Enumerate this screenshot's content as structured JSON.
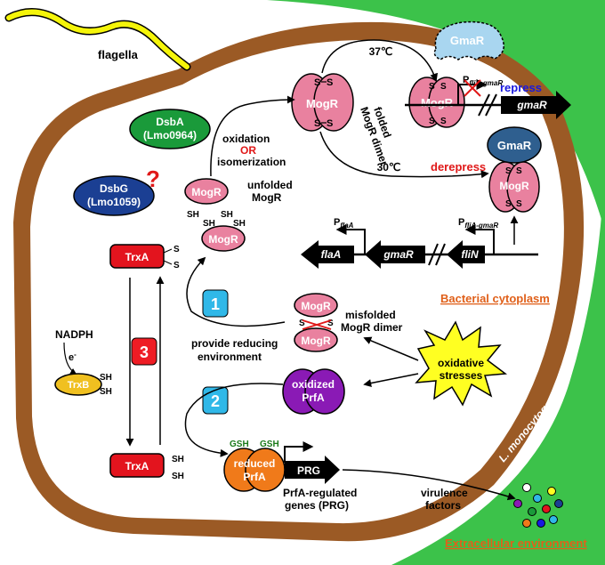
{
  "labels": {
    "flagella": "flagella",
    "gmar_top": "GmaR",
    "temp37": "37℃",
    "temp30": "30℃",
    "mogr": "MogR",
    "s": "S",
    "sh": "SH",
    "folded_line1": "folded",
    "folded_line2": "MogR dimer",
    "repress": "repress",
    "derepress": "derepress",
    "promoter_fliagmar_main": "P",
    "promoter_fliagmar_sub": "fliA-gmaR",
    "promoter_flaa_main": "P",
    "promoter_flaa_sub": "flaA",
    "gene_gmar": "gmaR",
    "gene_flaa": "flaA",
    "gene_flin": "fliN",
    "dsba_line1": "DsbA",
    "dsba_line2": "(Lmo0964)",
    "dsbg_line1": "DsbG",
    "dsbg_line2": "(Lmo1059)",
    "question": "?",
    "oxidation": "oxidation",
    "or": "OR",
    "isomerization": "isomerization",
    "unfolded_line1": "unfolded",
    "unfolded_line2": "MogR",
    "trxa": "TrxA",
    "trxb": "TrxB",
    "nadph": "NADPH",
    "electron": "e",
    "electron_sup": "-",
    "step1": "1",
    "step2": "2",
    "step3": "3",
    "misfolded_line1": "misfolded",
    "misfolded_line2": "MogR dimer",
    "provide_line1": "provide reducing",
    "provide_line2": "environment",
    "cytoplasm": "Bacterial cytoplasm",
    "oxidative_line1": "oxidative",
    "oxidative_line2": "stresses",
    "oxidized_line1": "oxidized",
    "oxidized_line2": "PrfA",
    "gsh": "GSH",
    "reduced_line1": "reduced",
    "reduced_line2": "PrfA",
    "prg": "PRG",
    "prfa_regulated_line1": "PrfA-regulated",
    "prfa_regulated_line2": "genes (PRG)",
    "virulence_line1": "virulence",
    "virulence_line2": "factors",
    "species": "L. monocytogenes",
    "extracellular": "Extracellular environment"
  },
  "colors": {
    "cell_wall": "#9b5a25",
    "outer_green": "#3cc24a",
    "flagella_yellow": "#f5f50a",
    "mogr_pink": "#e9819f",
    "dsba_green": "#1a9a3a",
    "dsbg_blue": "#1b3f93",
    "gmar_blue": "#2f5f8f",
    "gmar_light": "#a9d6f0",
    "trxa_red": "#e3141e",
    "trxb_yellow": "#f0c020",
    "step_cyan": "#30b8e8",
    "step_red": "#ee1c24",
    "prfa_purple": "#8a1ab5",
    "prfa_orange": "#f07a1a",
    "stress_yellow": "#ffff22",
    "repress_blue": "#1818e0",
    "derepress_red": "#e01818",
    "label_orange": "#e0601a",
    "gsh_green": "#1a7a1a"
  }
}
